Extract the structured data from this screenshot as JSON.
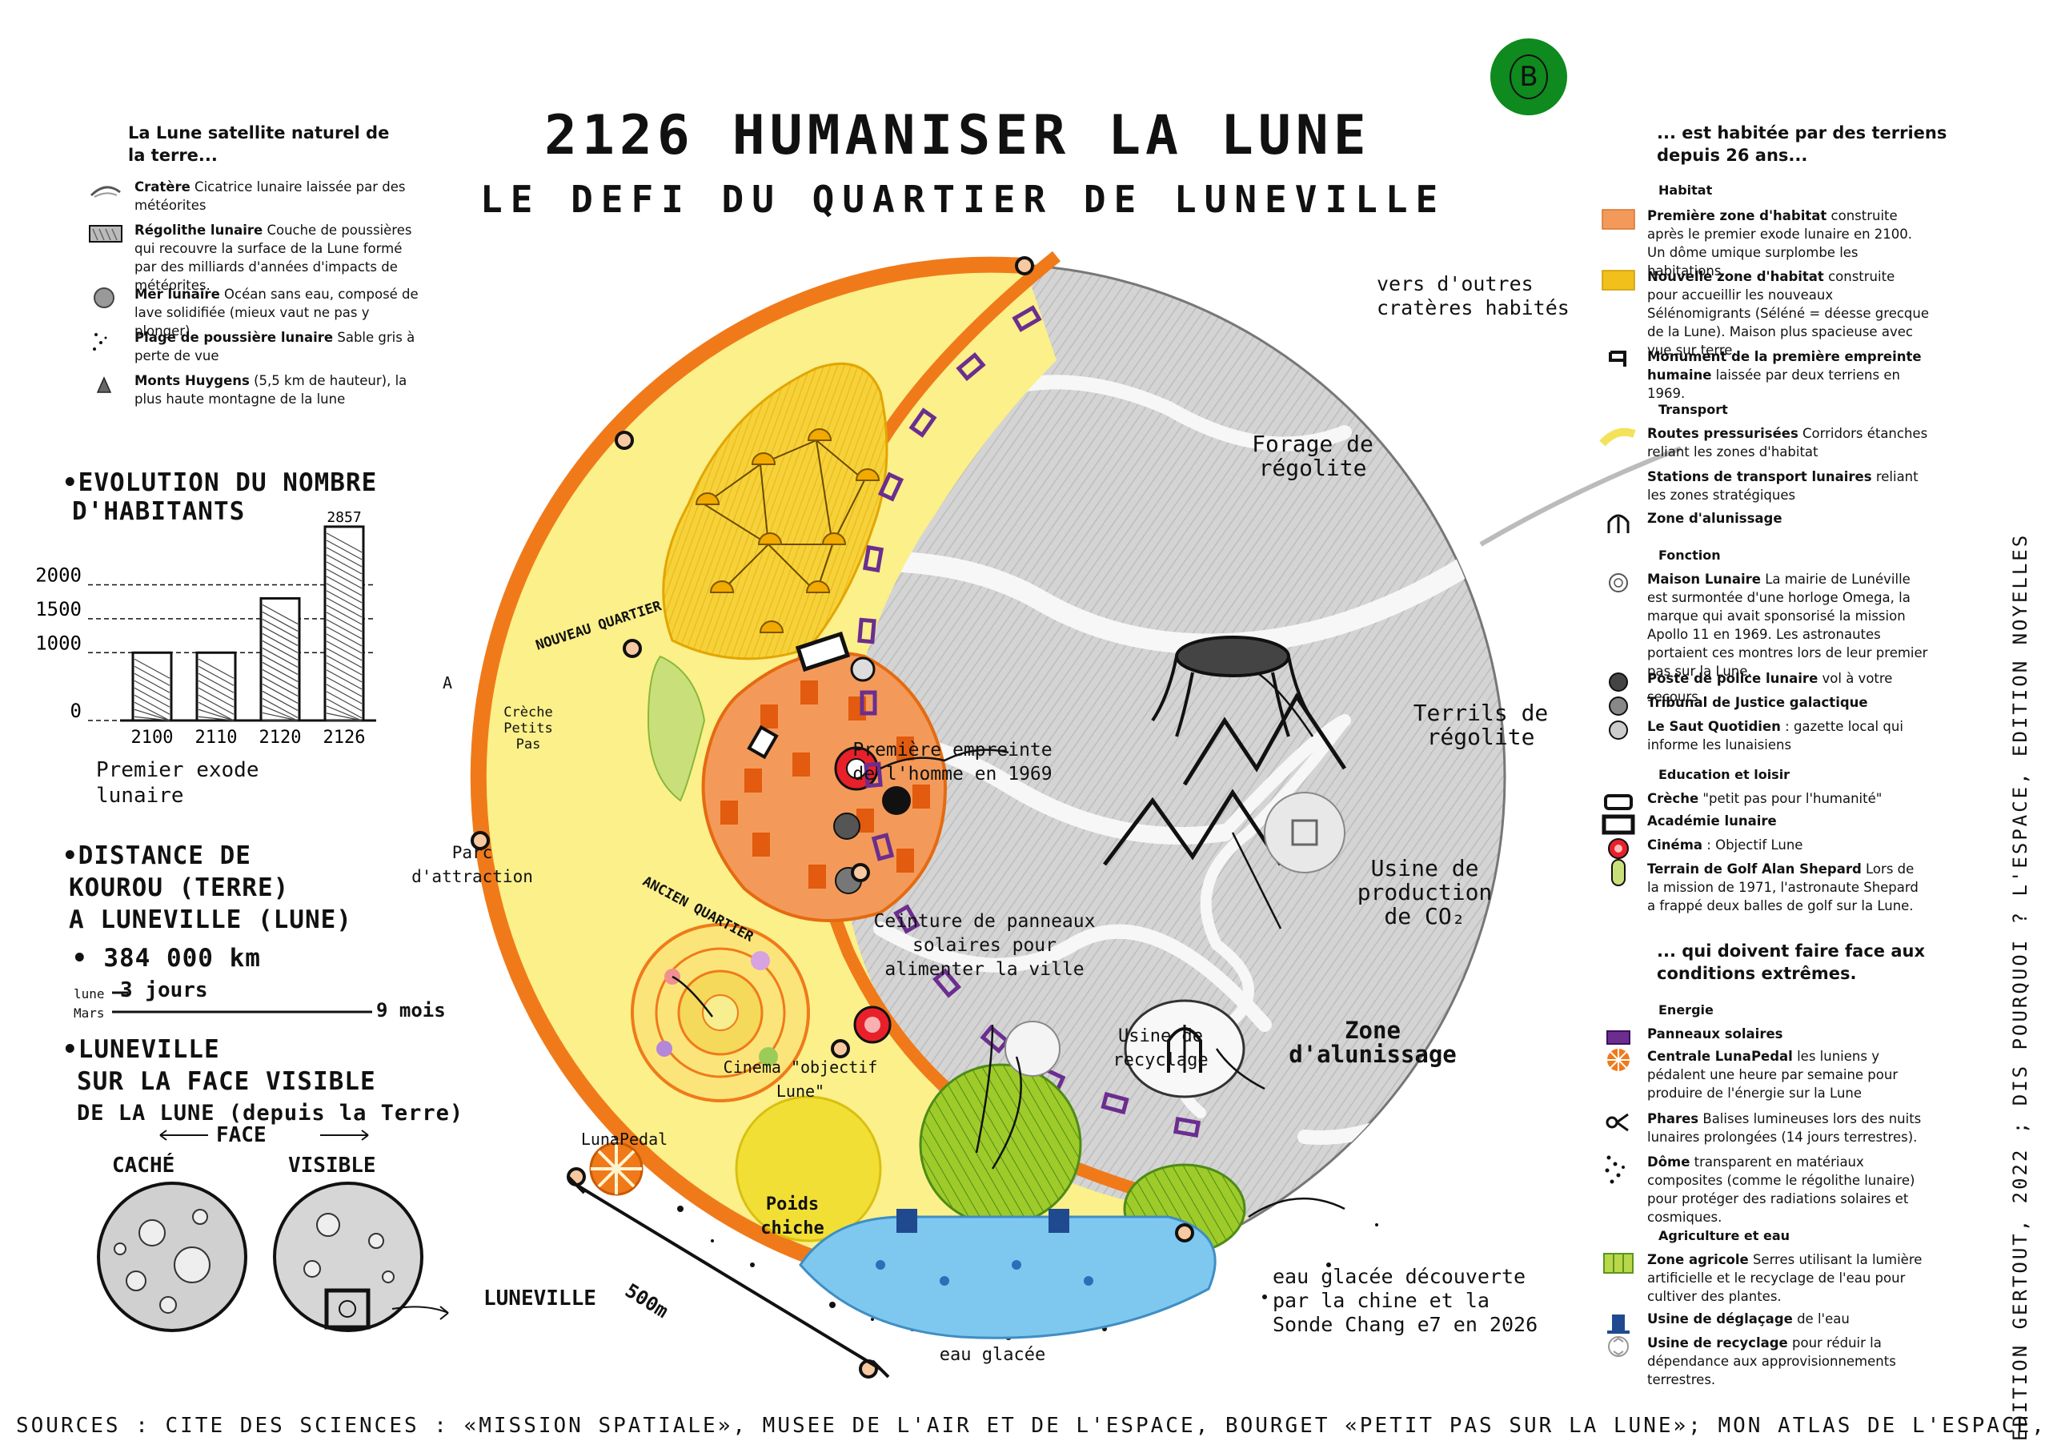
{
  "header": {
    "title": "2126 HUMANISER LA LUNE",
    "subtitle": "LE DEFI DU QUARTIER DE LUNEVILLE",
    "badge": "B"
  },
  "left_legend": {
    "heading": "La Lune satellite naturel de la terre...",
    "items": [
      {
        "term": "Cratère",
        "text": "Cicatrice lunaire laissée par des météorites"
      },
      {
        "term": "Régolithe lunaire",
        "text": "Couche de poussières qui recouvre la surface de la Lune formé par des milliards d'années d'impacts de météorites."
      },
      {
        "term": "Mer lunaire",
        "text": "Océan sans eau, composé de lave solidifiée (mieux vaut ne pas y plonger)"
      },
      {
        "term": "Plage de poussière lunaire",
        "text": "Sable gris à perte de vue"
      },
      {
        "term": "Monts Huygens",
        "text": "(5,5 km de hauteur), la plus haute montagne de la lune"
      }
    ]
  },
  "population_chart": {
    "heading_line1": "•EVOLUTION DU NOMBRE",
    "heading_line2": "D'HABITANTS",
    "caption": "Premier exode lunaire"
  },
  "chart_data": {
    "type": "bar",
    "title": "EVOLUTION DU NOMBRE D'HABITANTS",
    "categories": [
      "2100",
      "2110",
      "2120",
      "2126"
    ],
    "values": [
      1000,
      1000,
      1800,
      2857
    ],
    "ytick_labels": [
      "0",
      "1000",
      "1500",
      "2000"
    ],
    "ytick_values": [
      0,
      1000,
      1500,
      2000
    ],
    "ylim": [
      0,
      2950
    ],
    "data_labels": [
      "",
      "",
      "",
      "2857"
    ],
    "grid": false
  },
  "distance": {
    "line1": "•DISTANCE DE",
    "line2": "KOUROU (TERRE)",
    "line3": "A LUNEVILLE (LUNE)",
    "value": "• 384 000 km",
    "moon_label": "lune",
    "moon_time": "3 jours",
    "mars_label": "Mars",
    "mars_time": "9 mois"
  },
  "visible_face": {
    "line1": "•LUNEVILLE",
    "line2": "SUR LA FACE VISIBLE",
    "line3": "DE LA LUNE (depuis la Terre)",
    "face_label": "FACE",
    "hidden": "CACHÉ",
    "visible": "VISIBLE",
    "luneville": "LUNEVILLE"
  },
  "map_labels": {
    "nouveau_quartier": "NOUVEAU QUARTIER",
    "ancien_quartier": "ANCIEN QUARTIER",
    "creche": "Crèche Petits Pas",
    "empreinte": "Première empreinte de l'homme en 1969",
    "parc": "Parc d'attraction",
    "cinema": "Cinema \"objectif Lune\"",
    "lunapedal": "LunaPedal",
    "poids": "Poids chiche",
    "ceinture": "Ceinture de panneaux solaires pour alimenter la ville",
    "eau_glacee": "eau glacée",
    "eau_decouverte": "eau glacée découverte par la chine et la Sonde Chang e7 en 2026",
    "usine_recyclage": "Usine de recyclage",
    "zone_alunissage": "Zone d'alunissage",
    "usine_co2": "Usine de production de CO₂",
    "terrils": "Terrils de régolite",
    "forage": "Forage de régolite",
    "vers_crateres": "vers d'outres cratères habités",
    "scale": "500m",
    "marker_a": "A"
  },
  "right_legend": {
    "heading": "... est habitée par des terriens depuis 26 ans...",
    "heading2": "... qui doivent faire face aux conditions extrêmes.",
    "sections": {
      "habitat": "Habitat",
      "transport": "Transport",
      "fonction": "Fonction",
      "education": "Education et loisir",
      "energie": "Energie",
      "agriculture": "Agriculture et eau"
    },
    "items": {
      "habitat1": {
        "term": "Première zone d'habitat",
        "text": "construite après le premier exode lunaire en 2100. Un dôme umique surplombe les habitations"
      },
      "habitat2": {
        "term": "Nouvelle zone d'habitat",
        "text": "construite pour accueillir les nouveaux Sélénomigrants (Séléné = déesse grecque de la Lune). Maison plus spacieuse avec vue sur terre."
      },
      "monument": {
        "term": "Monument de la première empreinte humaine",
        "text": "laissée par deux terriens en 1969."
      },
      "routes": {
        "term": "Routes pressurisées",
        "text": "Corridors étanches reliant les zones d'habitat"
      },
      "stations": {
        "term": "Stations de transport lunaires",
        "text": "reliant les zones stratégiques"
      },
      "alunissage": {
        "term": "Zone d'alunissage",
        "text": ""
      },
      "maison": {
        "term": "Maison Lunaire",
        "text": "La mairie de Lunéville est surmontée d'une horloge Omega, la marque qui avait sponsorisé la mission Apollo 11 en 1969. Les astronautes portaient ces montres lors de leur premier pas sur la Lune."
      },
      "police": {
        "term": "Poste de police lunaire",
        "text": "vol à votre secours"
      },
      "tribunal": {
        "term": "Tribunal de Justice galactique",
        "text": ""
      },
      "saut": {
        "term": "Le Saut Quotidien",
        "text": ": gazette local qui informe les lunaisiens"
      },
      "creche": {
        "term": "Crèche",
        "text": "\"petit pas pour l'humanité\""
      },
      "academie": {
        "term": "Académie lunaire",
        "text": ""
      },
      "cinema": {
        "term": "Cinéma",
        "text": ": Objectif Lune"
      },
      "golf": {
        "term": "Terrain de Golf Alan Shepard",
        "text": "Lors de la mission de 1971, l'astronaute Shepard a frappé deux balles de golf sur la Lune."
      },
      "panneaux": {
        "term": "Panneaux solaires",
        "text": ""
      },
      "centrale": {
        "term": "Centrale LunaPedal",
        "text": "les luniens y pédalent une heure par semaine pour produire de l'énergie sur la Lune"
      },
      "phares": {
        "term": "Phares",
        "text": "Balises lumineuses lors des nuits lunaires prolongées (14 jours terrestres)."
      },
      "dome": {
        "term": "Dôme",
        "text": "transparent en matériaux composites (comme le régolithe lunaire) pour protéger des radiations solaires et cosmiques."
      },
      "agricole": {
        "term": "Zone agricole",
        "text": "Serres utilisant la lumière artificielle et le recyclage de l'eau pour cultiver des plantes."
      },
      "deglacage": {
        "term": "Usine de déglaçage",
        "text": "de l'eau"
      },
      "recyclage": {
        "term": "Usine de recyclage",
        "text": "pour réduir la dépendance aux approvisionnements terrestres."
      }
    }
  },
  "footer": {
    "sources": "SOURCES : CITE DES SCIENCES : «MISSION SPATIALE», MUSEE DE L'AIR ET DE L'ESPACE, BOURGET «PETIT PAS SUR LA LUNE»; MON ATLAS DE L'ESPACE,",
    "credit": "EDITION GERTOUT, 2022 ; DIS POURQUOI ? L'ESPACE, EDITION NOYELLES"
  },
  "colors": {
    "orange": "#f07a1a",
    "yellow": "#f6d23a",
    "pale_yellow": "#fbf08a",
    "purple": "#6b2e8f",
    "moon_grey": "#cfcfcf",
    "ice_blue": "#7ec8ef",
    "green": "#9ecb2a",
    "badge_green": "#0e8a1e"
  }
}
